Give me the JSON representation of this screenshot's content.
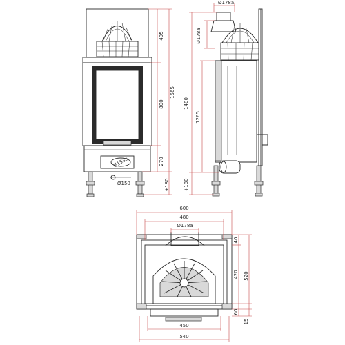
{
  "colors": {
    "outline": "#2b2b2b",
    "dimension_line": "#c84a4a",
    "background": "#ffffff"
  },
  "front_view": {
    "height_1565": "1565",
    "height_495": "495",
    "height_800": "800",
    "height_270": "270",
    "height_180": "+180",
    "outlet_phi_153a": "Ø153a",
    "outlet_phi_150": "Ø150"
  },
  "side_view": {
    "top_outlet_phi_178a": "Ø178a",
    "side_outlet_phi_178a": "Ø178a",
    "height_1480": "1480",
    "height_1265": "1265",
    "height_180": "+180"
  },
  "top_view": {
    "width_600": "600",
    "width_480": "480",
    "outlet_phi_178a": "Ø178a",
    "width_450": "450",
    "width_540": "540",
    "depth_40": "40",
    "depth_420": "420",
    "depth_520": "520",
    "depth_60": "60",
    "depth_15": "15"
  }
}
